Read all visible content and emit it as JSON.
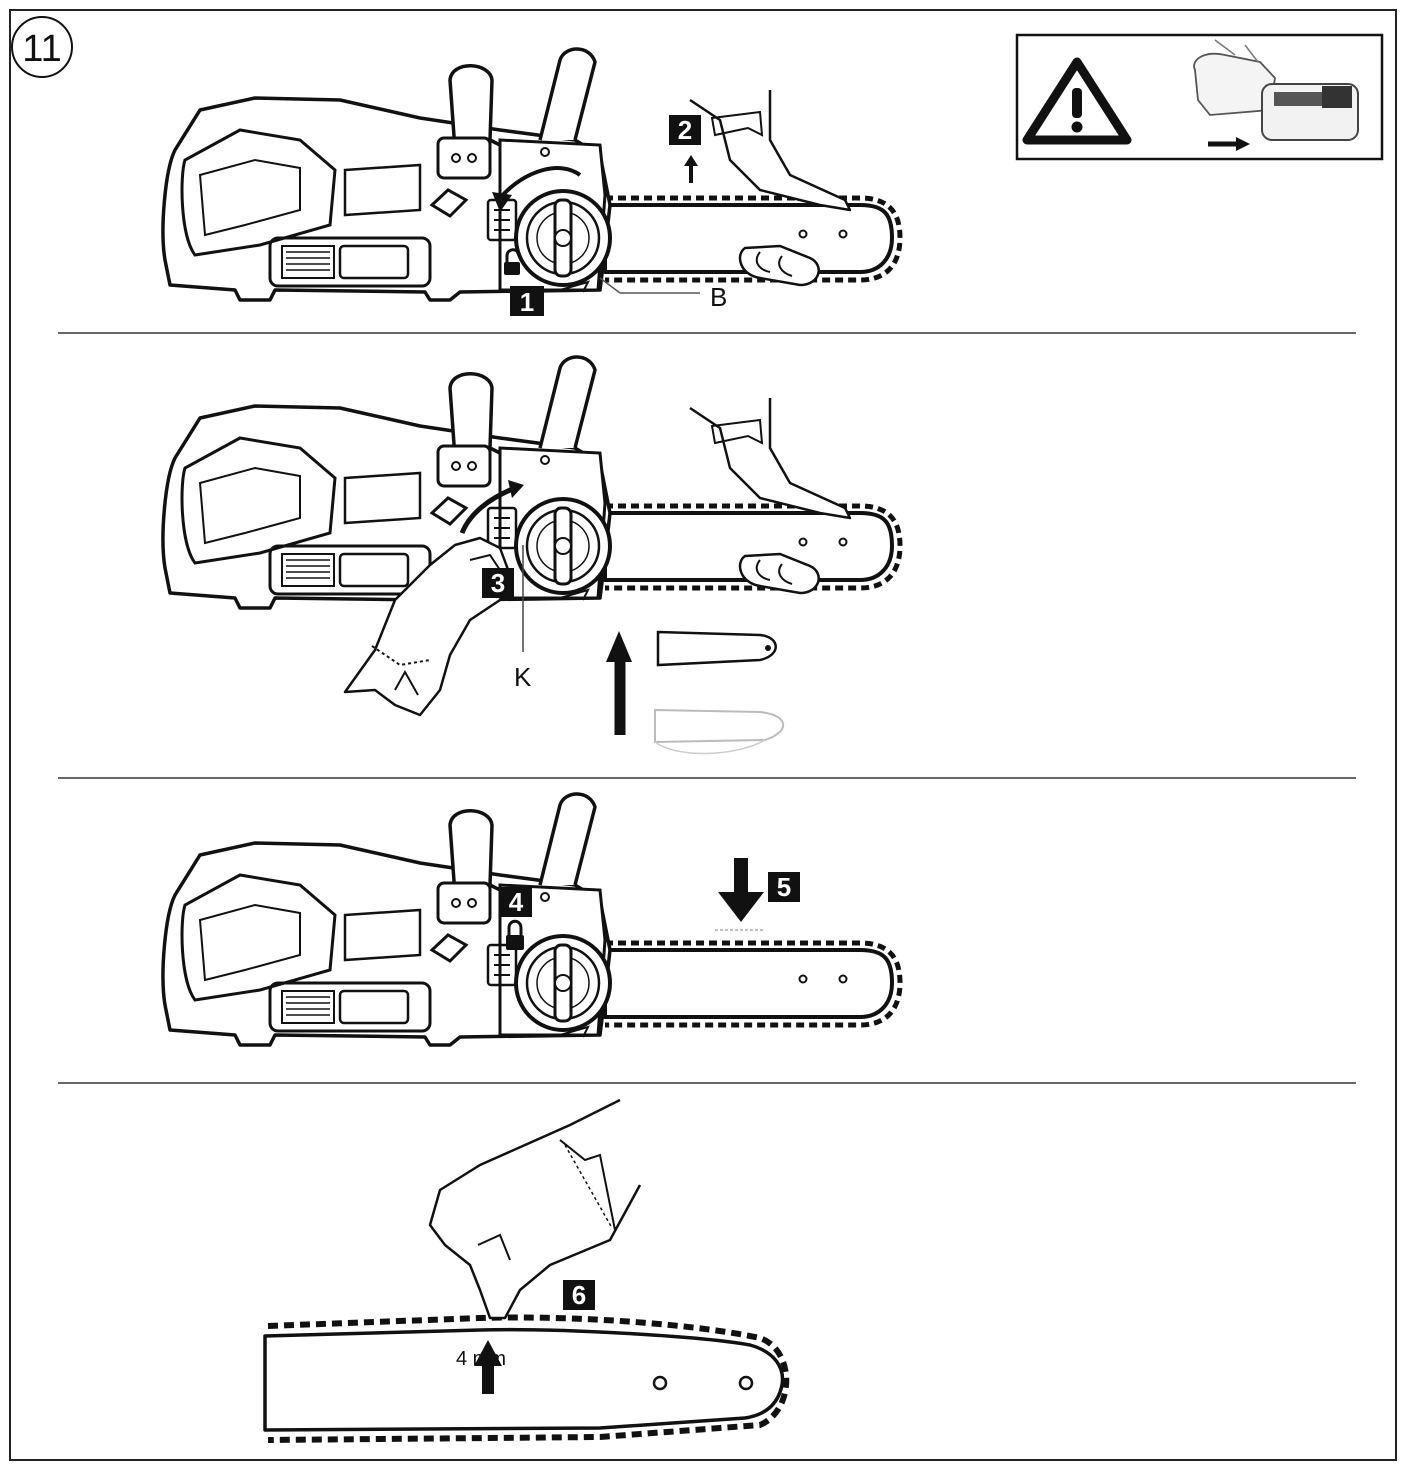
{
  "figure_number": "11",
  "warning": {
    "icon": "warning-triangle-icon",
    "image": "remove-battery-icon"
  },
  "steps": [
    {
      "number": "1"
    },
    {
      "number": "2"
    },
    {
      "number": "3"
    },
    {
      "number": "4"
    },
    {
      "number": "5"
    },
    {
      "number": "6"
    }
  ],
  "labels": {
    "b": "B",
    "k": "K",
    "chain_slack": "4 mm"
  },
  "icons": {
    "unlock": "unlock-icon",
    "lock": "lock-icon",
    "arrow_up": "arrow-up-icon",
    "arrow_down": "arrow-down-icon",
    "rotate": "rotate-arrow-icon"
  }
}
